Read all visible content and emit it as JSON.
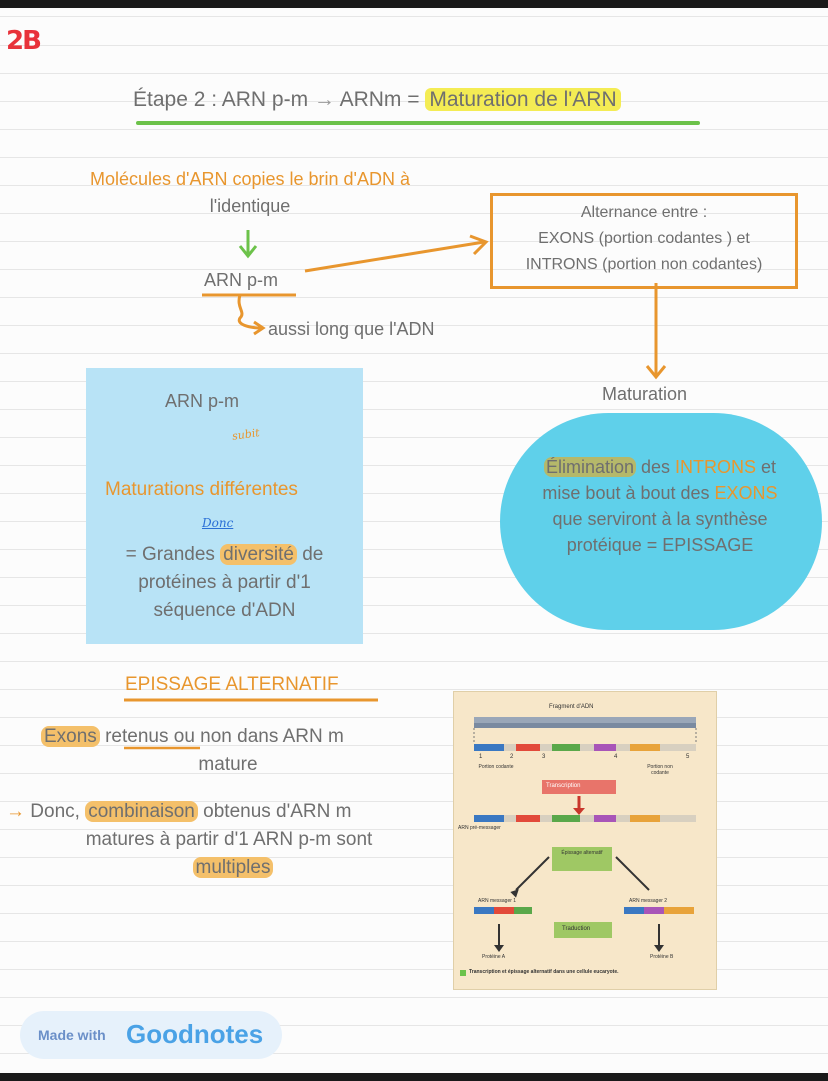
{
  "page_marker": "2B",
  "title": {
    "text_a": "Étape 2 : ARN p-m ",
    "arrow": "→",
    "text_b": " ARNm = ",
    "highlight": "Maturation de l'ARN"
  },
  "intro": {
    "line1": "Molécules d'ARN copies le brin d'ADN à",
    "line2": "l'identique"
  },
  "arn_pm_label": "ARN p-m",
  "aussi_long": "aussi long que l'ADN",
  "alternance_box": {
    "line1": "Alternance entre :",
    "line2": "EXONS (portion codantes ) et",
    "line3": "INTRONS (portion non codantes)"
  },
  "maturation_label": "Maturation",
  "blue_square": {
    "arn_pm": "ARN p-m",
    "subit": "subit",
    "maturations": "Maturations différentes",
    "donc": "Donc",
    "grandes_a": "= Grandes ",
    "grandes_hl": "diversité",
    "grandes_b": " de",
    "proteines": "protéines à partir d'1",
    "sequence": "séquence d'ADN"
  },
  "ellipse": {
    "elim_hl": "Élimination",
    "elim_rest_a": " des ",
    "introns": "INTRONS",
    "elim_rest_b": " et",
    "line2a": "mise bout à bout des ",
    "exons": "EXONS",
    "line3": "que serviront à la synthèse",
    "line4": "protéique = EPISSAGE"
  },
  "epissage": {
    "heading": "EPISSAGE ALTERNATIF",
    "exons_hl": "Exons",
    "retenus": "retenus",
    "ligne1_rest": " ou non dans ARN m",
    "mature": "mature",
    "donc_arrow": "→",
    "donc_a": " Donc, ",
    "combinaison": "combinaison",
    "donc_b": " obtenus d'ARN m",
    "line2": "matures à partir d'1 ARN p-m sont",
    "multiples": "multiples"
  },
  "figure": {
    "fragment": "Fragment d'ADN",
    "n1": "1",
    "n2": "2",
    "n3": "3",
    "n4": "4",
    "n5": "5",
    "portion_codante": "Portion codante",
    "portion_non_codante": "Portion non codante",
    "transcription": "Transcription",
    "arn_pre": "ARN pré-messager",
    "epissage_alt": "Épissage alternatif",
    "arn_m1": "ARN messager 1",
    "arn_m2": "ARN messager 2",
    "traduction": "Traduction",
    "proteine_a": "Protéine A",
    "proteine_b": "Protéine B",
    "caption": "Transcription et épissage alternatif dans une cellule eucaryote."
  },
  "badge": {
    "made_with": "Made with",
    "brand": "Goodnotes"
  },
  "colors": {
    "orange": "#e8962e",
    "blue_square": "#b8e3f6",
    "ellipse": "#5fd0ea",
    "green_line": "#6cc24a",
    "yellow_highlight": "#f4ec54"
  }
}
